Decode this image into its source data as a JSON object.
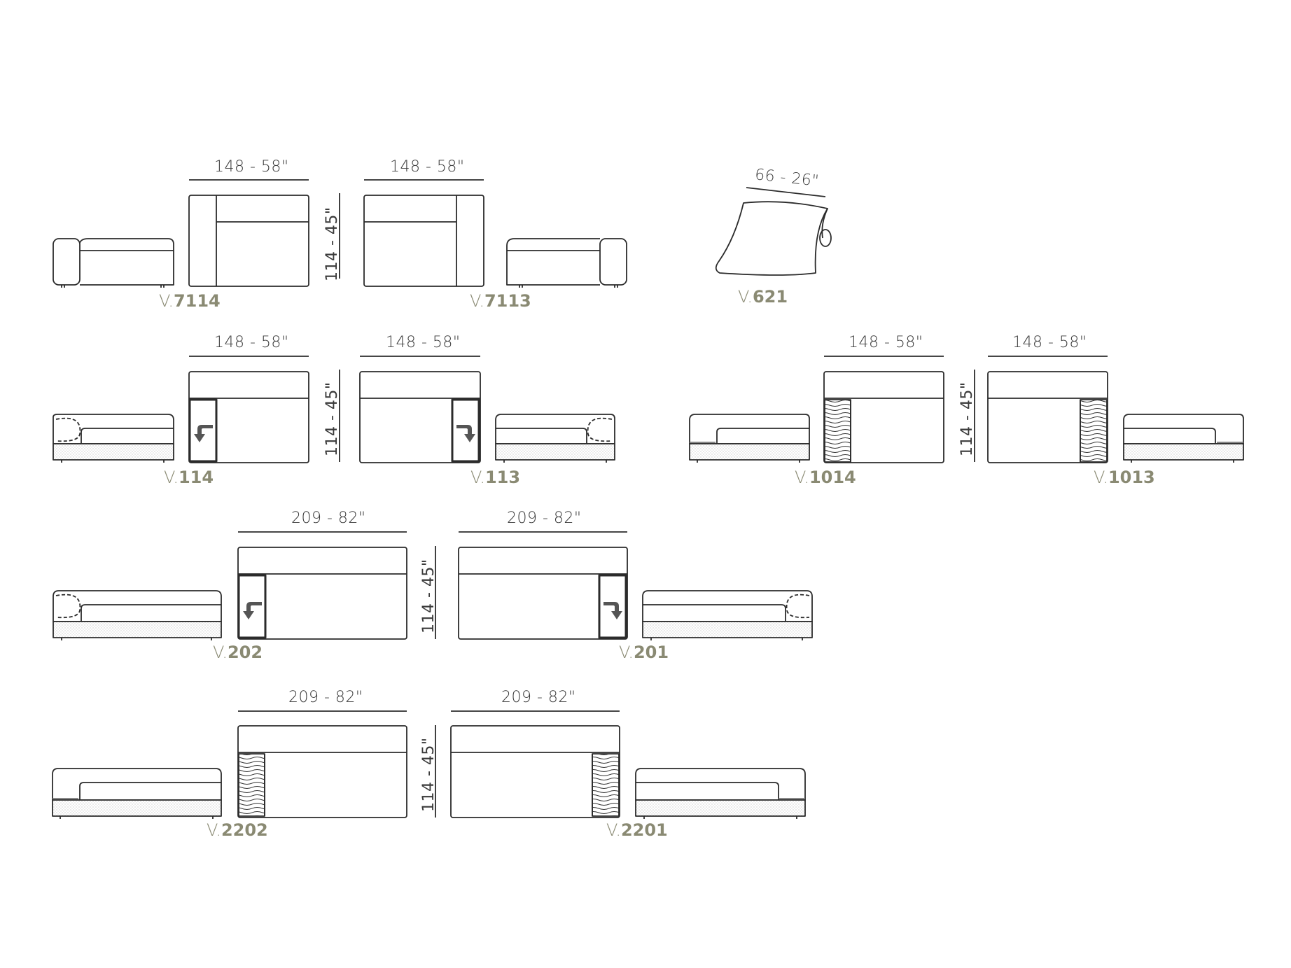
{
  "modules": [
    {
      "id": "v7114",
      "width_label": "148 - 58\"",
      "depth_label": "114 - 45\"",
      "code_prefix": "V.",
      "code_number": "7114"
    },
    {
      "id": "v7113",
      "width_label": "148 - 58\"",
      "code_prefix": "V.",
      "code_number": "7113"
    },
    {
      "id": "v621",
      "width_label": "66 - 26\"",
      "code_prefix": "V.",
      "code_number": "621"
    },
    {
      "id": "v114",
      "width_label": "148 - 58\"",
      "depth_label": "114 - 45\"",
      "code_prefix": "V.",
      "code_number": "114"
    },
    {
      "id": "v113",
      "width_label": "148 - 58\"",
      "code_prefix": "V.",
      "code_number": "113"
    },
    {
      "id": "v1014",
      "width_label": "148 - 58\"",
      "depth_label": "114 - 45\"",
      "code_prefix": "V.",
      "code_number": "1014"
    },
    {
      "id": "v1013",
      "width_label": "148 - 58\"",
      "code_prefix": "V.",
      "code_number": "1013"
    },
    {
      "id": "v202",
      "width_label": "209 - 82\"",
      "depth_label": "114 - 45\"",
      "code_prefix": "V.",
      "code_number": "202"
    },
    {
      "id": "v201",
      "width_label": "209 - 82\"",
      "code_prefix": "V.",
      "code_number": "201"
    },
    {
      "id": "v2202",
      "width_label": "209 - 82\"",
      "depth_label": "114 - 45\"",
      "code_prefix": "V.",
      "code_number": "2202"
    },
    {
      "id": "v2201",
      "width_label": "209 - 82\"",
      "code_prefix": "V.",
      "code_number": "2201"
    }
  ],
  "colors": {
    "line": "#2b2b2b",
    "code_text": "#8a8a73",
    "arrow": "#555555",
    "texture": "#d8d8d8"
  }
}
